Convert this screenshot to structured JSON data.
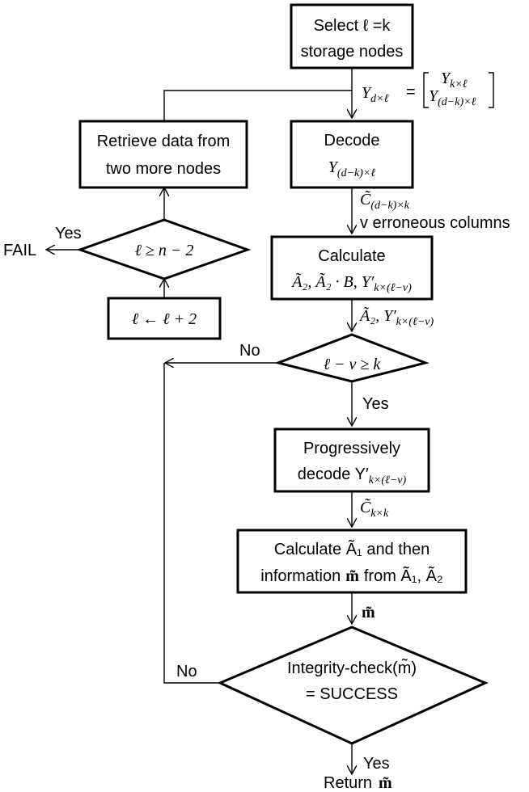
{
  "nodes": {
    "select": {
      "line1": "Select ℓ =k",
      "line2": "storage nodes"
    },
    "decode": {
      "line1": "Decode",
      "line2_main": "Y",
      "line2_sub": "(d−k)×ℓ"
    },
    "calc": {
      "line1": "Calculate",
      "line2": "Ã₂, Ã₂ · B, Y′",
      "line2_sub": "k×(ℓ−v)"
    },
    "cond_k": {
      "label": "ℓ − v ≥ k"
    },
    "progress": {
      "line1": "Progressively",
      "line2": "decode  Y′",
      "line2_sub": "k×(ℓ−v)"
    },
    "calc_a1": {
      "line1": "Calculate  Ã₁  and then",
      "line2_a": "information",
      "line2_b": "m̃",
      "line2_c": "from  Ã₁, Ã₂"
    },
    "integrity": {
      "line1": "Integrity-check(m̃)",
      "line2": "= SUCCESS"
    },
    "retrieve": {
      "line1": "Retrieve data from",
      "line2": "two more nodes"
    },
    "cond_n": {
      "label": "ℓ ≥ n − 2"
    },
    "increment": {
      "label": "ℓ ← ℓ + 2"
    }
  },
  "edge_labels": {
    "y_matrix": {
      "lhs_main": "Y",
      "lhs_sub": "d×ℓ",
      "eq": "=",
      "top_main": "Y",
      "top_sub": "k×ℓ",
      "bot_main": "Y",
      "bot_sub": "(d−k)×ℓ"
    },
    "c_tilde": {
      "main": "C̃",
      "sub": "(d−k)×k"
    },
    "erroneous": {
      "text": "v erroneous columns"
    },
    "a2_y": {
      "main": "Ã₂, Y′",
      "sub": "k×(ℓ−v)"
    },
    "c_kk": {
      "main": "C̃",
      "sub": "k×k"
    },
    "m_out": {
      "text": "m̃"
    },
    "yes_k": {
      "text": "Yes"
    },
    "no_k": {
      "text": "No"
    },
    "no_integrity": {
      "text": "No"
    },
    "yes_integrity": {
      "text": "Yes"
    },
    "yes_fail": {
      "text": "Yes"
    },
    "fail": {
      "text": "FAIL"
    },
    "return_a": {
      "text": "Return"
    },
    "return_b": {
      "text": "m̃"
    }
  }
}
